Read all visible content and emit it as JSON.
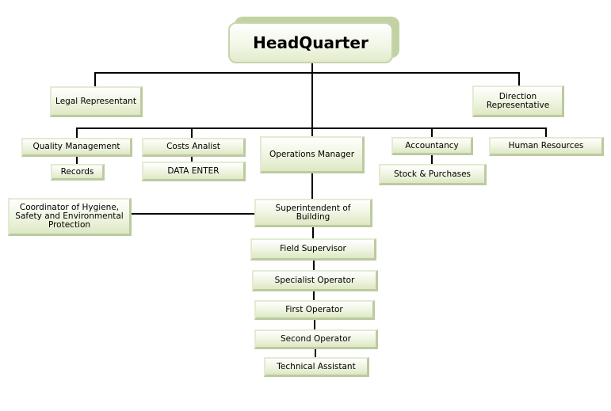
{
  "headquarter": "HeadQuarter",
  "legal_representant": "Legal Representant",
  "direction_representative": "Direction Representative",
  "quality_management": "Quality Management",
  "records": "Records",
  "costs_analist": "Costs Analist",
  "data_enter": "DATA ENTER",
  "operations_manager": "Operations Manager",
  "accountancy": "Accountancy",
  "stock_purchases": "Stock & Purchases",
  "human_resources": "Human Resources",
  "coordinator": "Coordinator of Hygiene, Safety and Environmental Protection",
  "superintendent": "Superintendent of Building",
  "field_supervisor": "Field Supervisor",
  "specialist_operator": "Specialist Operator",
  "first_operator": "First Operator",
  "second_operator": "Second Operator",
  "technical_assistant": "Technical Assistant",
  "colors": {
    "box_fill": "#eef4df",
    "box_border": "#bccaa0",
    "hq_shadow": "#c3d2a3",
    "connector": "#000000"
  }
}
